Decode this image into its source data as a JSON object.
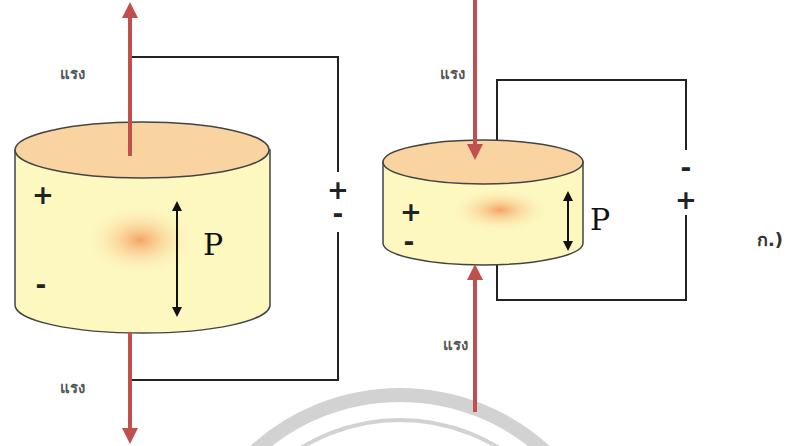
{
  "diagram": {
    "nodes": [
      {
        "text": [
          "+",
          "-",
          "P"
        ]
      },
      {
        "text": [
          "+",
          "-",
          "P"
        ]
      }
    ],
    "labels": [
      "แรง",
      "แรง",
      "แรง",
      "แรง",
      "+",
      "-",
      "-",
      "+",
      "ก.)"
    ]
  }
}
